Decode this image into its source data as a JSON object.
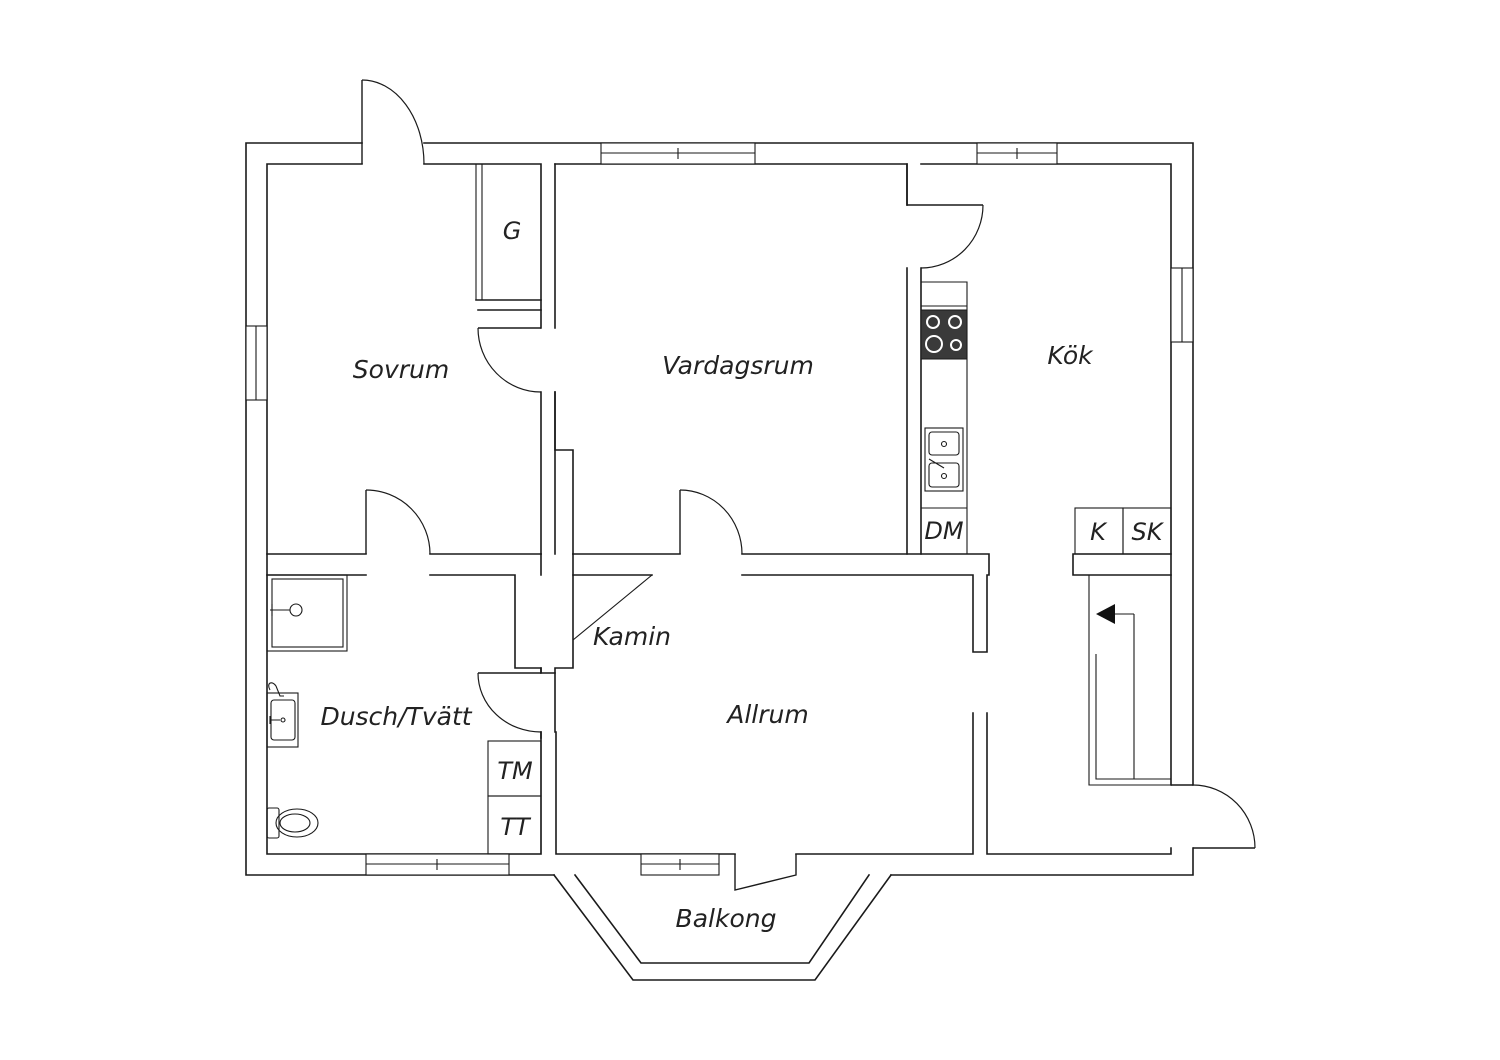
{
  "rooms": {
    "sovrum": "Sovrum",
    "vardagsrum": "Vardagsrum",
    "kok": "Kök",
    "allrum": "Allrum",
    "dusch_tvatt": "Dusch/Tvätt",
    "balkong": "Balkong",
    "kamin": "Kamin"
  },
  "fixtures": {
    "garderob": "G",
    "diskmaskin": "DM",
    "kyl": "K",
    "skafferi": "SK",
    "tvattmaskin": "TM",
    "torktumlare": "TT"
  },
  "icons": {
    "stove": "stove-icon",
    "sink": "sink-icon",
    "shower": "shower-icon",
    "washbasin": "washbasin-icon",
    "toilet": "toilet-icon",
    "stair_arrow": "arrow-left-icon"
  },
  "colors": {
    "line": "#1a1a1a",
    "stove_top": "#3a3a3a",
    "background": "#ffffff"
  }
}
